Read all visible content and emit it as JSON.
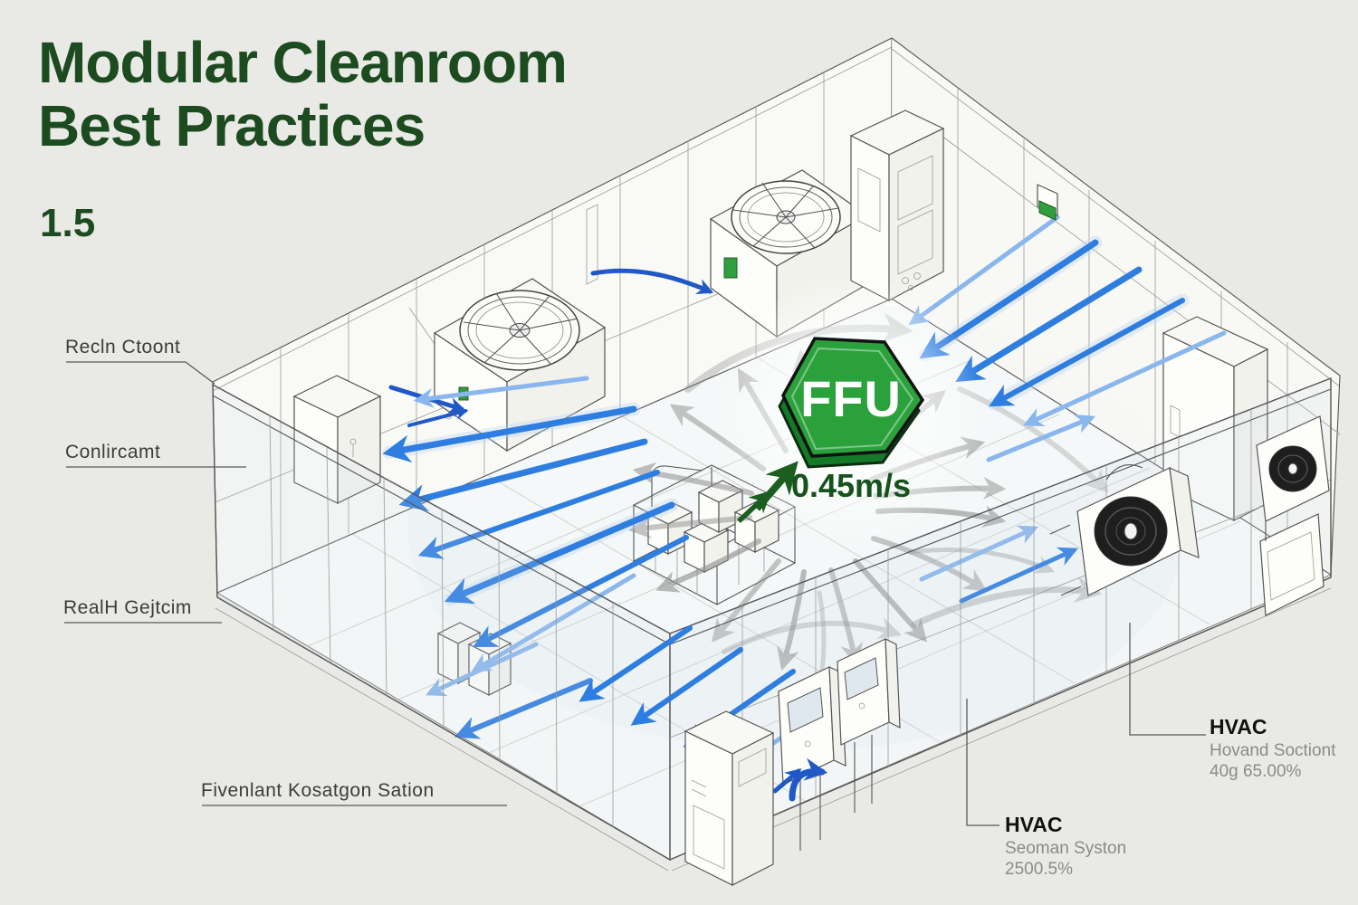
{
  "title": {
    "line1": "Modular Cleanroom",
    "line2": "Best Practices",
    "version": "1.5"
  },
  "diagram": {
    "type": "isometric-cleanroom-airflow-diagram",
    "ffu_badge": {
      "label": "FFU",
      "velocity": "0.45m/s"
    },
    "callouts_left": [
      {
        "text": "Recln Ctoont"
      },
      {
        "text": "Conlircamt"
      },
      {
        "text": "RealH Gejtcim"
      },
      {
        "text": "Fivenlant Kosatgon Sation"
      }
    ],
    "callouts_right": [
      {
        "title": "HVAC",
        "subtitle": "Hovand Soctiont",
        "value": "40g 65.00%"
      },
      {
        "title": "HVAC",
        "subtitle": "Seoman Syston",
        "value": "2500.5%"
      }
    ]
  },
  "colors": {
    "background": "#e9e9e5",
    "title_green": "#1d4b20",
    "hexagon_green": "#2ba13c",
    "hexagon_edge": "#157a28",
    "velocity_green": "#15521c",
    "arrow_blue": "#2e7de0",
    "arrow_light_blue": "#8ab6ee",
    "arrow_gray": "#8e8e8e",
    "pipe_blue": "#2058c8",
    "line_art": "#555555"
  }
}
